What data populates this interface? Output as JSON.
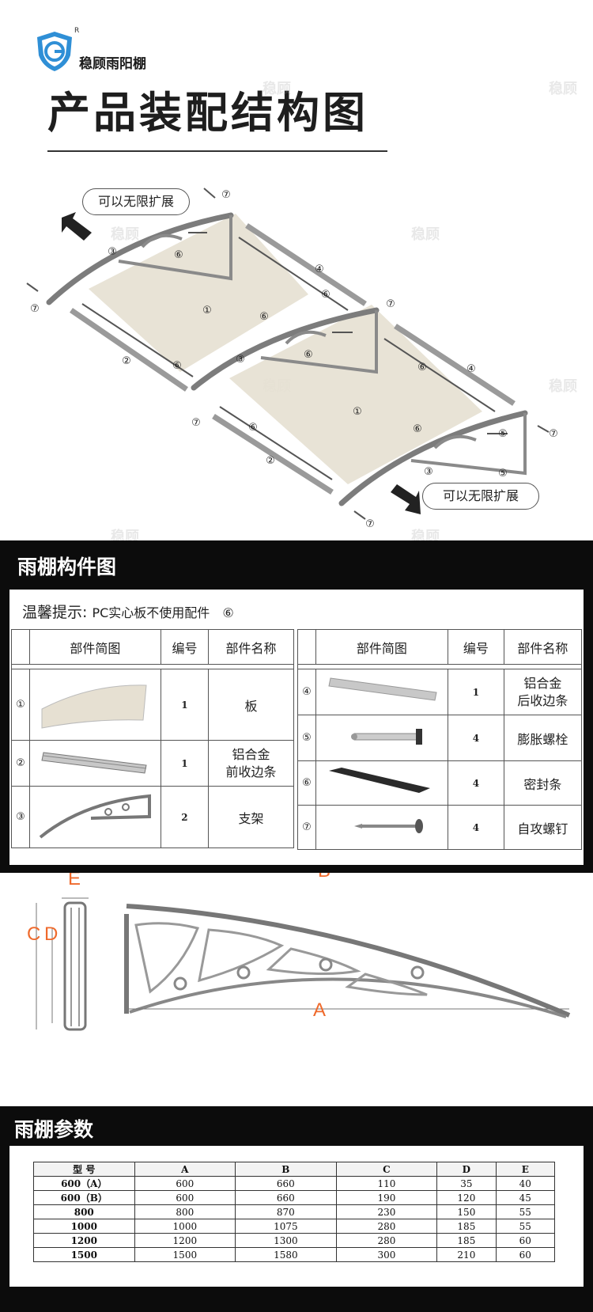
{
  "brand": {
    "name": "稳顾雨阳棚",
    "registered_mark": "R",
    "watermark": "稳顾"
  },
  "header": {
    "title": "产品装配结构图"
  },
  "assembly": {
    "callout_left": "可以无限扩展",
    "callout_right": "可以无限扩展",
    "markers": [
      "①",
      "②",
      "③",
      "④",
      "⑤",
      "⑥",
      "⑦"
    ]
  },
  "components": {
    "section_title": "雨棚构件图",
    "tip_label": "温馨提示:",
    "tip_text": "PC实心板不使用配件",
    "tip_marker": "⑥",
    "headers": {
      "image": "部件简图",
      "number": "编号",
      "name": "部件名称"
    },
    "left": [
      {
        "idx": "①",
        "qty": "1",
        "name": "板",
        "icon": "pc-sheet-icon"
      },
      {
        "idx": "②",
        "qty": "1",
        "name": "铝合金\n前收边条",
        "icon": "front-edge-strip-icon"
      },
      {
        "idx": "③",
        "qty": "2",
        "name": "支架",
        "icon": "bracket-icon"
      }
    ],
    "right": [
      {
        "idx": "④",
        "qty": "1",
        "name": "铝合金\n后收边条",
        "icon": "rear-edge-strip-icon"
      },
      {
        "idx": "⑤",
        "qty": "4",
        "name": "膨胀螺栓",
        "icon": "expansion-bolt-icon"
      },
      {
        "idx": "⑥",
        "qty": "4",
        "name": "密封条",
        "icon": "seal-strip-icon"
      },
      {
        "idx": "⑦",
        "qty": "4",
        "name": "自攻螺钉",
        "icon": "self-tapping-screw-icon"
      }
    ]
  },
  "diagram": {
    "labels": {
      "A": "A",
      "B": "B",
      "C": "C",
      "D": "D",
      "E": "E"
    }
  },
  "params": {
    "section_title": "雨棚参数",
    "headers": [
      "型 号",
      "A",
      "B",
      "C",
      "D",
      "E"
    ],
    "rows": [
      [
        "600（A）",
        "600",
        "660",
        "110",
        "35",
        "40"
      ],
      [
        "600（B）",
        "600",
        "660",
        "190",
        "120",
        "45"
      ],
      [
        "800",
        "800",
        "870",
        "230",
        "150",
        "55"
      ],
      [
        "1000",
        "1000",
        "1075",
        "280",
        "185",
        "55"
      ],
      [
        "1200",
        "1200",
        "1300",
        "280",
        "185",
        "60"
      ],
      [
        "1500",
        "1500",
        "1580",
        "300",
        "210",
        "60"
      ]
    ]
  },
  "colors": {
    "accent": "#ef6a2c",
    "dark_band": "#0c0c0c",
    "shield": "#2f8fd6"
  }
}
